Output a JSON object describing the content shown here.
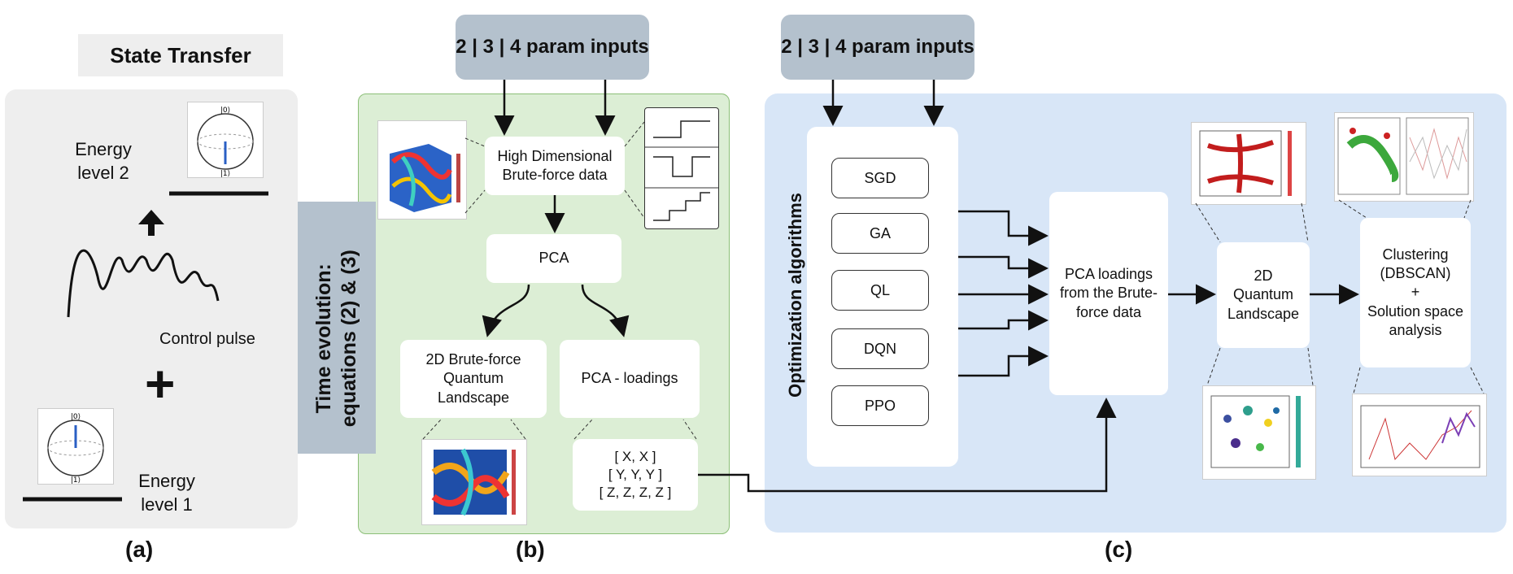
{
  "panel_a": {
    "title": "State Transfer",
    "energy_level_2": "Energy\nlevel 2",
    "energy_level_1": "Energy\nlevel 1",
    "control_pulse": "Control pulse",
    "plus": "+",
    "ket0": "|0⟩",
    "ket1": "|1⟩",
    "label": "(a)"
  },
  "time_evolution": {
    "line1": "Time evolution:",
    "line2": "equations (2) & (3)"
  },
  "panel_b": {
    "param_inputs": "2 | 3 | 4 param inputs",
    "high_dim": "High Dimensional\nBrute-force  data",
    "pca": "PCA",
    "landscape_2d": "2D Brute-force\nQuantum\nLandscape",
    "pca_loadings": "PCA - loadings",
    "loadings_list": [
      "[ X, X ]",
      "[ Y, Y, Y ]",
      "[ Z, Z, Z, Z ]"
    ],
    "label": "(b)"
  },
  "panel_c": {
    "param_inputs": "2 | 3 | 4 param inputs",
    "opt_algorithms": "Optimization algorithms",
    "algorithms": [
      "SGD",
      "GA",
      "QL",
      "DQN",
      "PPO"
    ],
    "pca_loadings_box": "PCA loadings\nfrom the Brute-\nforce data",
    "quantum_landscape": "2D\nQuantum\nLandscape",
    "clustering": "Clustering\n(DBSCAN)\n+\nSolution space\nanalysis",
    "label": "(c)"
  }
}
